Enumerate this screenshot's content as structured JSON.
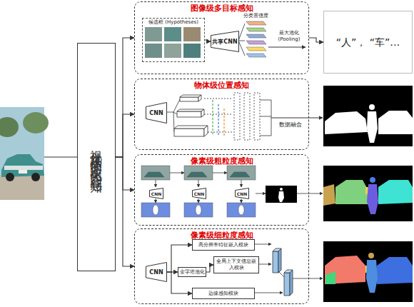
{
  "diagram": {
    "nodes": [
      {
        "text": [
          "视觉媒体的层次化内容感知"
        ]
      },
      {
        "text": [
          "图像级多目标感知"
        ]
      },
      {
        "text": [
          "候选框 (Hypotheses)"
        ],
        "in": 1
      },
      {
        "text": [
          "共享CNN"
        ],
        "in": 1
      },
      {
        "text": [
          "“人”， “车”…"
        ]
      },
      {
        "text": [
          "物体级位置感知"
        ]
      },
      {
        "text": [
          "CNN"
        ],
        "in": 5
      },
      {
        "text": [
          "像素级粗粒度感知"
        ]
      },
      {
        "text": [
          "CNN"
        ],
        "in": 7
      },
      {
        "text": [
          "CNN"
        ],
        "in": 7
      },
      {
        "text": [
          "CNN"
        ],
        "in": 7
      },
      {
        "text": [
          "像素级细粒度感知"
        ]
      },
      {
        "text": [
          "CNN"
        ],
        "in": 11
      },
      {
        "text": [
          "高分辨率特征嵌入模块"
        ],
        "in": 11
      },
      {
        "text": [
          "金字塔池化"
        ],
        "in": 11
      },
      {
        "text": [
          "全局上下文信息嵌入模块"
        ],
        "in": 11
      },
      {
        "text": [
          "边缘感知模块"
        ],
        "in": 11
      }
    ],
    "edges": [
      {
        "from": 0,
        "to": 1,
        "arrow": "to"
      },
      {
        "from": 0,
        "to": 5,
        "arrow": "to"
      },
      {
        "from": 0,
        "to": 7,
        "arrow": "to"
      },
      {
        "from": 0,
        "to": 11,
        "arrow": "to"
      },
      {
        "from": 2,
        "to": 3,
        "arrow": "to"
      },
      {
        "from": 1,
        "to": 4,
        "arrow": "to"
      },
      {
        "from": 12,
        "to": 13,
        "arrow": "to"
      },
      {
        "from": 12,
        "to": 14,
        "arrow": "to"
      },
      {
        "from": 14,
        "to": 15,
        "arrow": "to"
      },
      {
        "from": 12,
        "to": 16,
        "arrow": "to"
      }
    ],
    "labels": [
      "分类置信度",
      "最大池化 (Pooling)",
      "数据融合"
    ]
  }
}
